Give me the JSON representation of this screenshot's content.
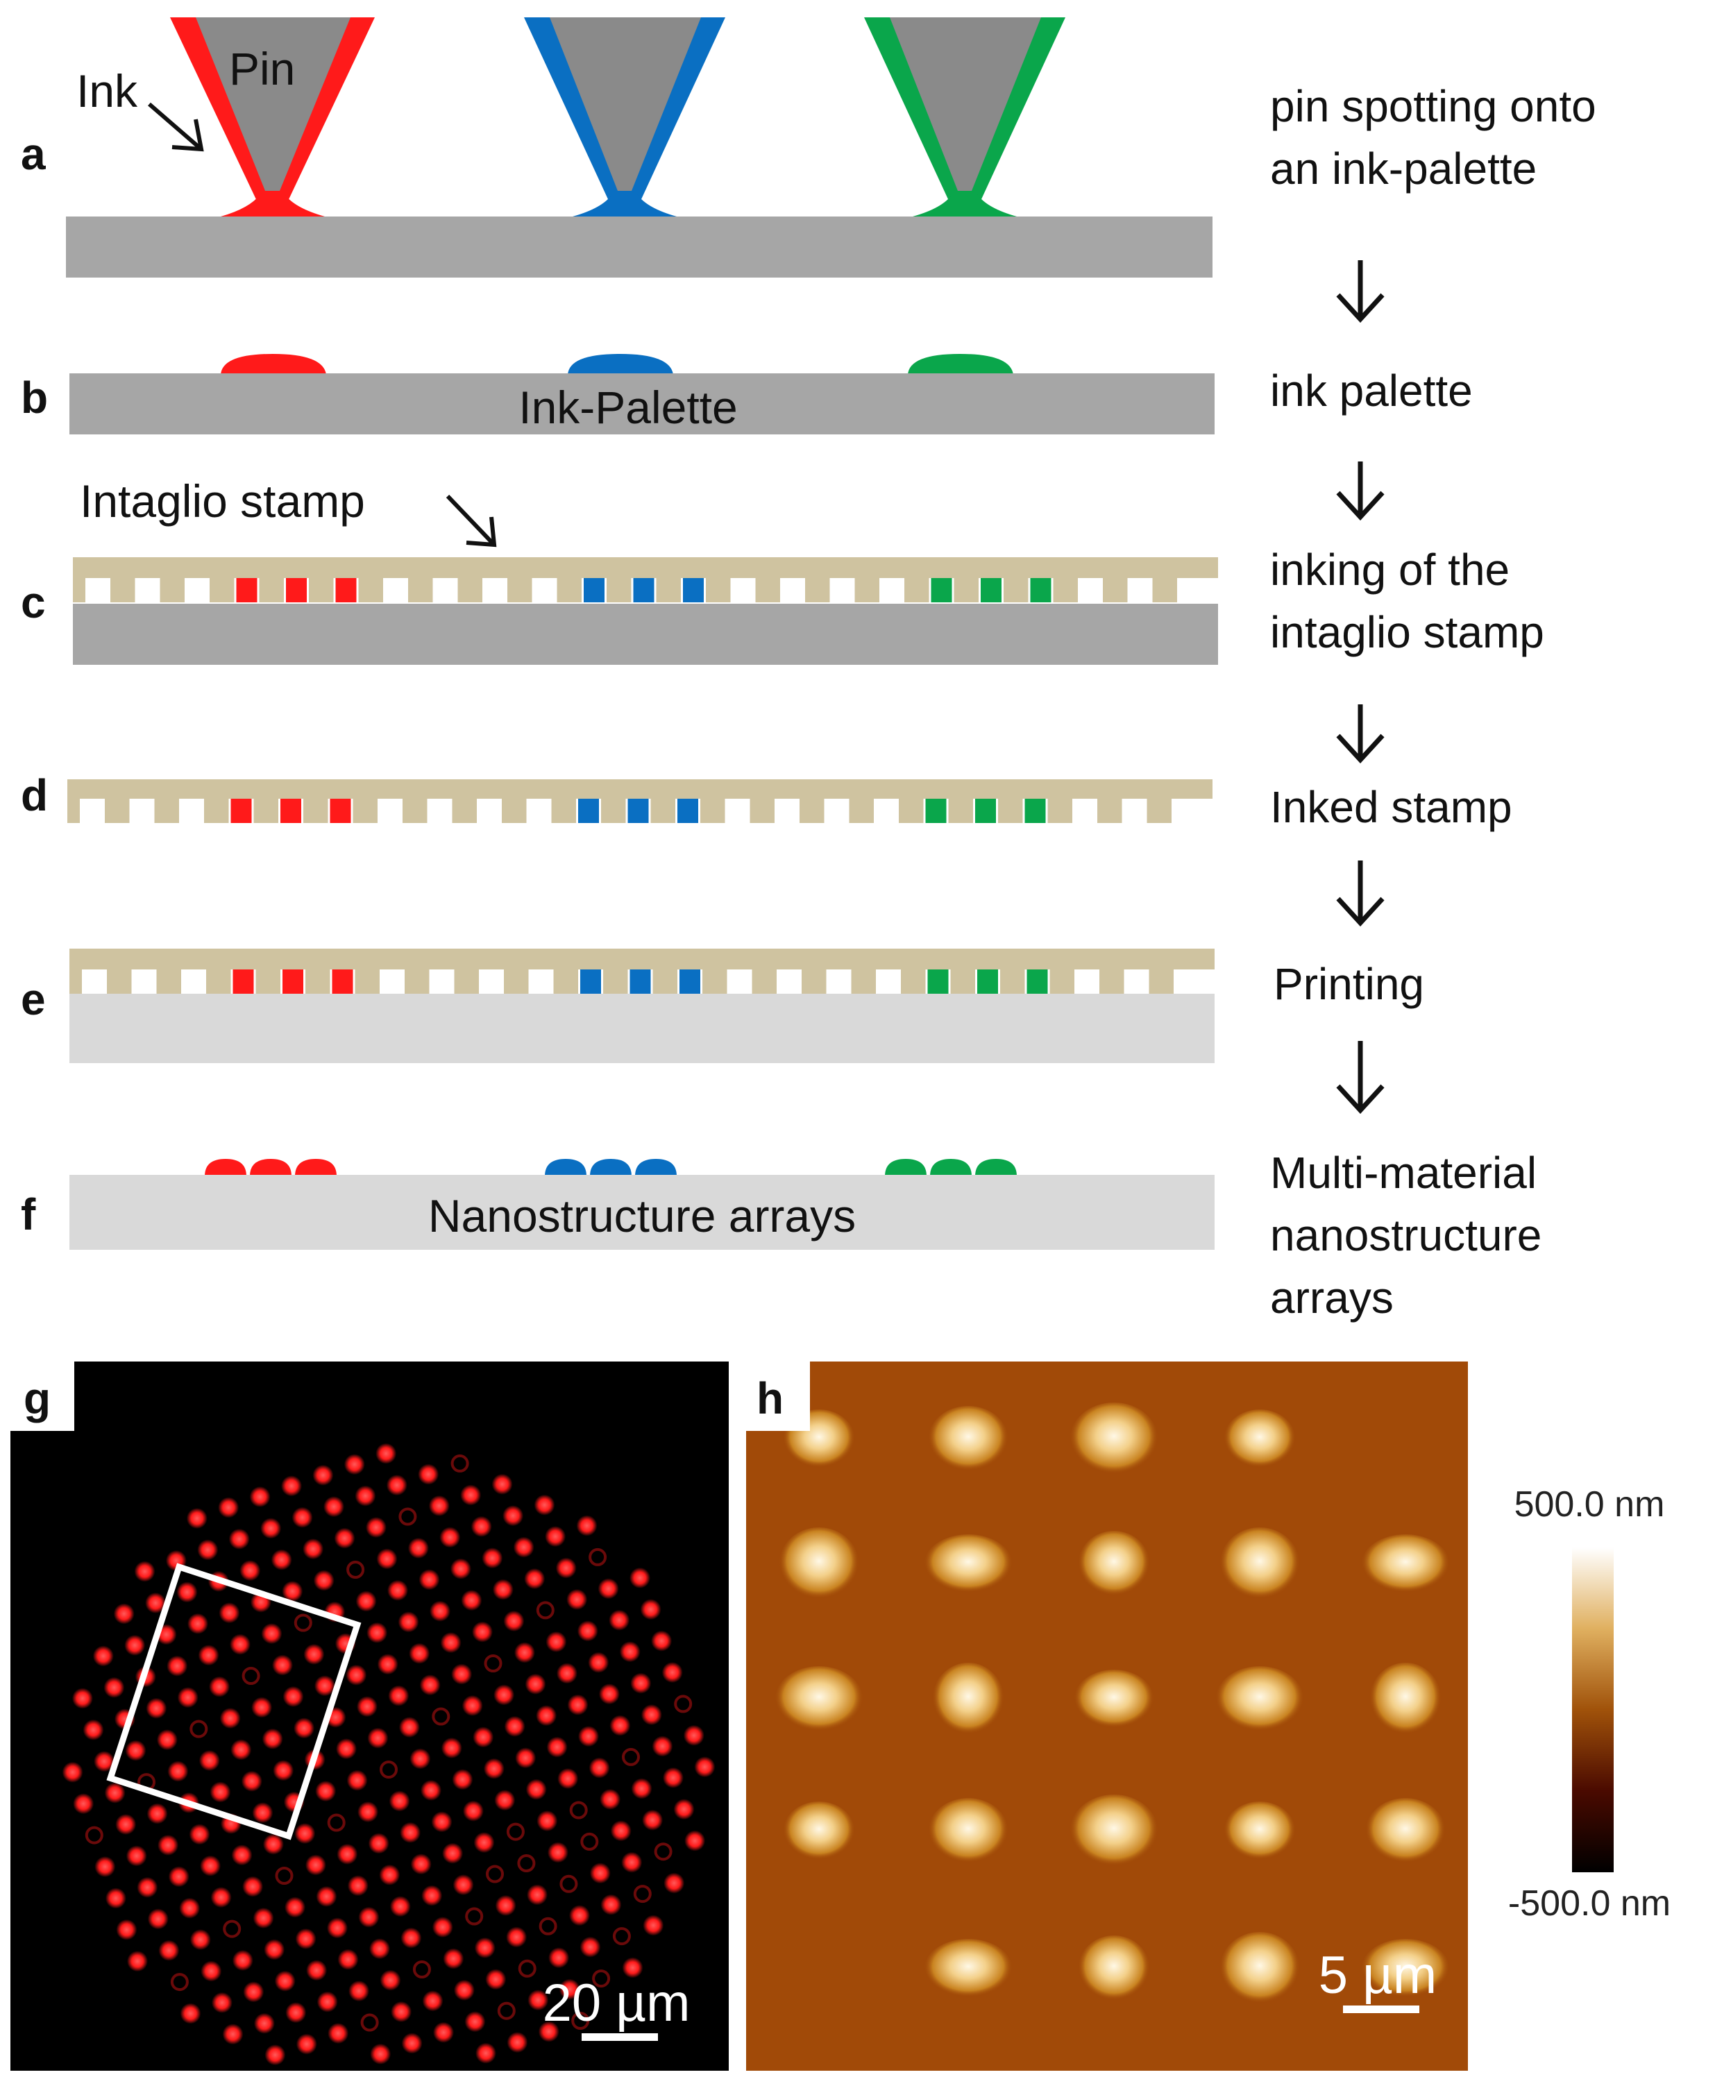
{
  "panels": {
    "a": {
      "label": "a",
      "pin_text": "Pin",
      "ink_text": "Ink",
      "step_lines": [
        "pin spotting onto",
        "an ink-palette"
      ]
    },
    "b": {
      "label": "b",
      "substrate_text": "Ink-Palette",
      "step_lines": [
        "ink palette"
      ]
    },
    "c": {
      "label": "c",
      "stamp_text": "Intaglio stamp",
      "step_lines": [
        "inking of the",
        "intaglio stamp"
      ]
    },
    "d": {
      "label": "d",
      "step_lines": [
        "Inked stamp"
      ]
    },
    "e": {
      "label": "e",
      "step_lines": [
        "Printing"
      ]
    },
    "f": {
      "label": "f",
      "substrate_text": "Nanostructure arrays",
      "step_lines": [
        "Multi-material",
        "nanostructure",
        "arrays"
      ]
    },
    "g": {
      "label": "g",
      "scale_bar": "20 µm"
    },
    "h": {
      "label": "h",
      "scale_bar": "5 µm",
      "colorbar_max": "500.0 nm",
      "colorbar_min": "-500.0 nm"
    }
  },
  "colors": {
    "red": "#ff1a1a",
    "blue": "#0a6fc2",
    "green": "#0aa64b",
    "pin_gray": "#8a8a8a",
    "substrate_gray": "#a6a6a6",
    "light_substrate": "#d9d9d9",
    "stamp_tan": "#cfc3a0",
    "afm_background": "#a14a08"
  }
}
